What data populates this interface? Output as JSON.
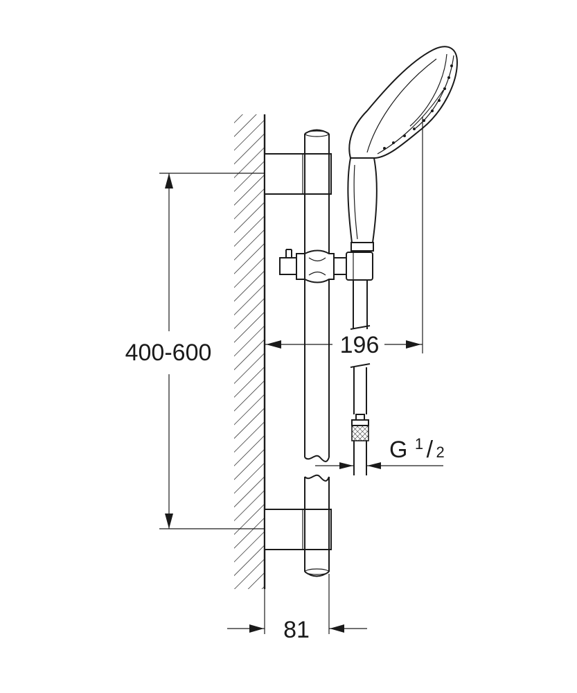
{
  "dimensions": {
    "height_range": "400-600",
    "projection": "196",
    "wall_depth": "81",
    "thread": {
      "prefix": "G",
      "numerator": "1",
      "slash": "/",
      "denominator": "2"
    }
  },
  "colors": {
    "ink": "#1a1a1a",
    "background": "#ffffff"
  }
}
